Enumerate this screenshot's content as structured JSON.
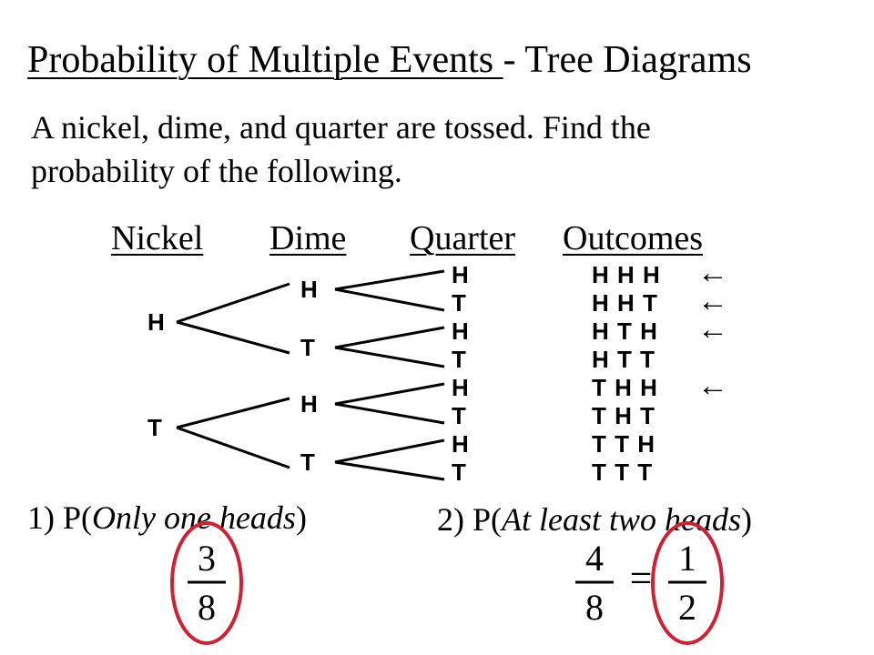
{
  "title": {
    "underlined": "Probability of Multiple Events ",
    "rest": "- Tree Diagrams"
  },
  "intro": {
    "line1": "A nickel, dime, and quarter are tossed.  Find the",
    "line2": "probability of the following."
  },
  "columns": {
    "nickel": "Nickel",
    "dime": "Dime",
    "quarter": "Quarter",
    "outcomes": "Outcomes"
  },
  "tree": {
    "nickel": [
      "H",
      "T"
    ],
    "dime": [
      "H",
      "T",
      "H",
      "T"
    ],
    "quarter": [
      "H",
      "T",
      "H",
      "T",
      "H",
      "T",
      "H",
      "T"
    ]
  },
  "outcomes": [
    "H H H",
    "H H T",
    "H T H",
    "H T T",
    "T H H",
    "T H T",
    "T T H",
    "T T T"
  ],
  "arrow_glyph": "←",
  "arrow_rows": [
    0,
    1,
    2,
    4
  ],
  "questions": {
    "q1": {
      "prefix": "1) P(",
      "italic": "Only one heads",
      "suffix": ")"
    },
    "q2": {
      "prefix": "2) P(",
      "italic": "At least two heads",
      "suffix": ")"
    }
  },
  "answers": {
    "a1": {
      "num": "3",
      "den": "8"
    },
    "a2": {
      "num": "4",
      "den": "8",
      "equals": "=",
      "num2": "1",
      "den2": "2"
    }
  },
  "colors": {
    "circle": "#cc2233",
    "ink": "#000000"
  }
}
